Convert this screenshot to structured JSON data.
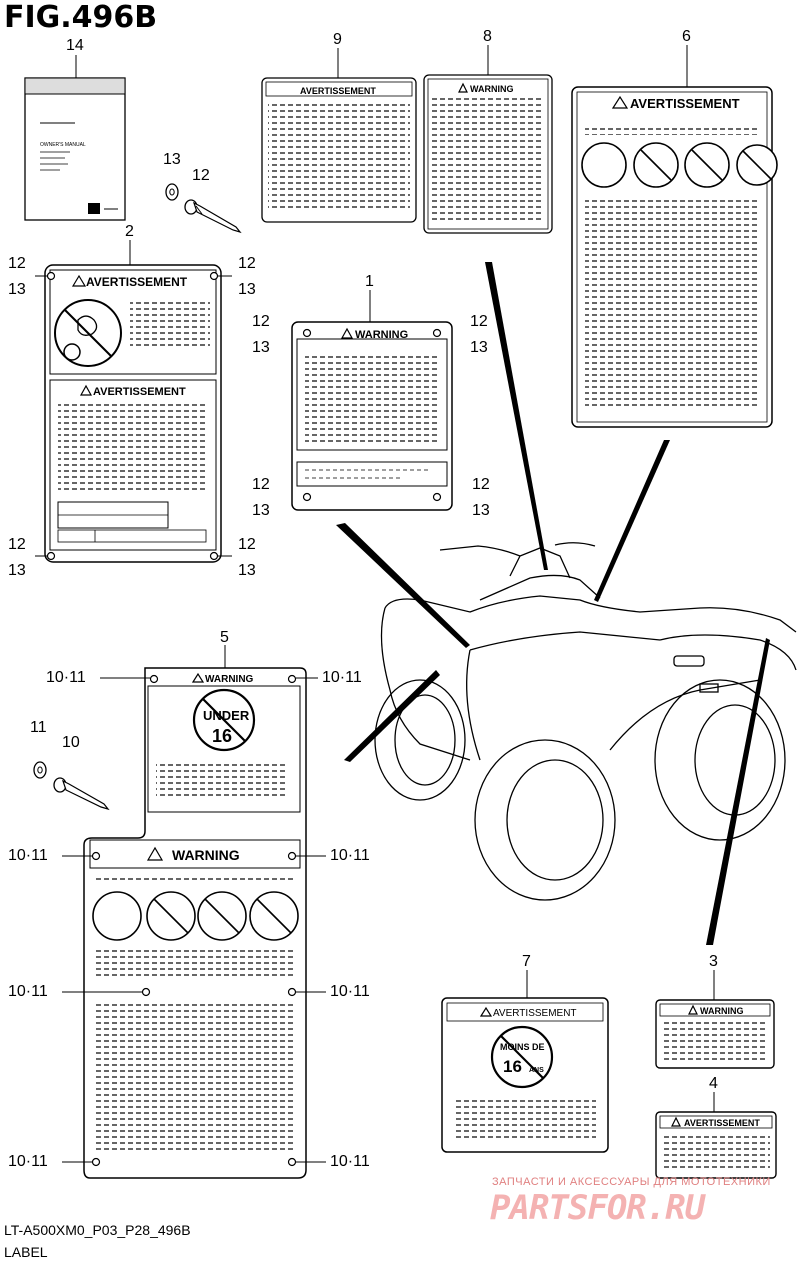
{
  "figure": {
    "title": "FIG.496B",
    "footer_code": "LT-A500XM0_P03_P28_496B",
    "footer_name": "LABEL"
  },
  "labels": {
    "warning": "WARNING",
    "avertissement": "AVERTISSEMENT",
    "under": "UNDER",
    "sixteen": "16",
    "moins_de": "MOINS DE",
    "ans": "ANS",
    "manual": "OWNER'S MANUAL"
  },
  "callouts": {
    "c1": "1",
    "c2": "2",
    "c3": "3",
    "c4": "4",
    "c5": "5",
    "c6": "6",
    "c7": "7",
    "c8": "8",
    "c9": "9",
    "c10": "10",
    "c11": "11",
    "c12": "12",
    "c13": "13",
    "c14": "14",
    "c1011": "10·11"
  },
  "watermark": {
    "small": "ЗАПЧАСТИ И АКСЕССУАРЫ ДЛЯ МОТОТЕХНИКИ",
    "big": "PARTSFOR.RU"
  }
}
